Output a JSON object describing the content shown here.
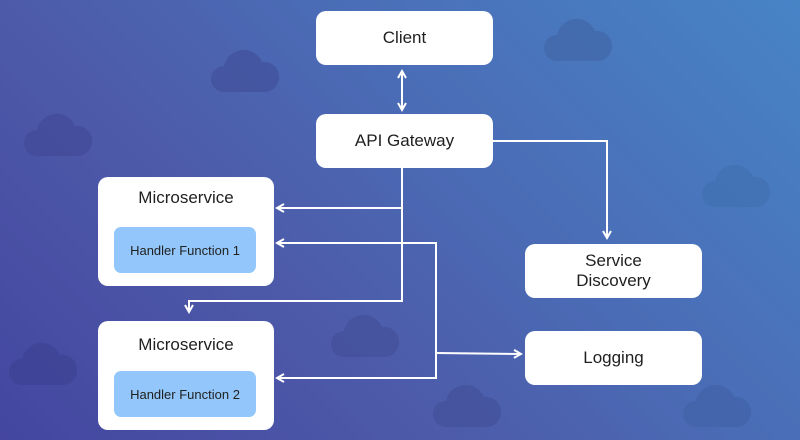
{
  "diagram": {
    "title": "Microservices architecture with API Gateway",
    "colors": {
      "background_start": "#4446a0",
      "background_end": "#4784c6",
      "node_fill": "#ffffff",
      "handler_fill": "#93c7fb",
      "connector": "#ffffff",
      "text": "#1f1f1f"
    },
    "nodes": {
      "client": {
        "label": "Client"
      },
      "api_gateway": {
        "label": "API Gateway"
      },
      "microservice_1": {
        "label": "Microservice",
        "handler": "Handler Function 1"
      },
      "microservice_2": {
        "label": "Microservice",
        "handler": "Handler Function 2"
      },
      "service_discovery": {
        "label_line1": "Service",
        "label_line2": "Discovery"
      },
      "logging": {
        "label": "Logging"
      }
    },
    "edges": [
      {
        "from": "client",
        "to": "api_gateway",
        "direction": "bidirectional"
      },
      {
        "from": "api_gateway",
        "to": "service_discovery",
        "direction": "forward"
      },
      {
        "from": "api_gateway",
        "to": "microservice_1",
        "direction": "forward"
      },
      {
        "from": "api_gateway",
        "to": "microservice_2",
        "direction": "forward"
      },
      {
        "from": "logging",
        "to": "microservice_1",
        "direction": "forward"
      },
      {
        "from": "logging",
        "to": "microservice_2",
        "direction": "forward"
      },
      {
        "from": "microservices",
        "to": "logging",
        "direction": "forward"
      }
    ],
    "background_icons": [
      "cloud-icon",
      "cloud-icon",
      "cloud-icon",
      "cloud-icon",
      "cloud-icon",
      "cloud-icon",
      "cloud-icon",
      "cloud-icon",
      "cloud-icon"
    ]
  }
}
